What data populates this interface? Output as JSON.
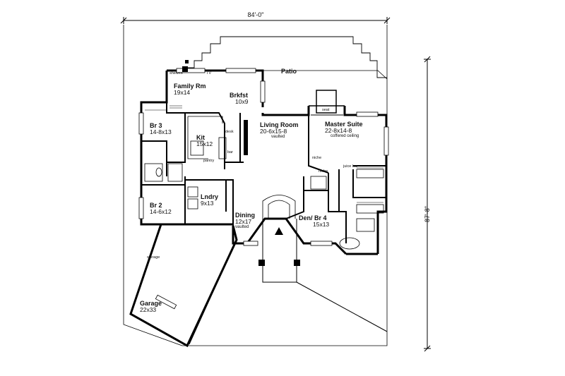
{
  "overall": {
    "width": "84'-0\"",
    "depth": "87'-8\""
  },
  "rooms": {
    "patio": {
      "name": "Patio"
    },
    "family": {
      "name": "Family Rm",
      "size": "19x14"
    },
    "brkfst": {
      "name": "Brkfst",
      "size": "10x9"
    },
    "living": {
      "name": "Living Room",
      "size": "20-6x15-8",
      "note": "vaulted"
    },
    "master": {
      "name": "Master Suite",
      "size": "22-8x14-8",
      "note": "coffered ceiling"
    },
    "br3": {
      "name": "Br 3",
      "size": "14-8x13"
    },
    "kit": {
      "name": "Kit",
      "size": "15x12"
    },
    "br2": {
      "name": "Br 2",
      "size": "14-6x12"
    },
    "laundry": {
      "name": "Lndry",
      "size": "9x13"
    },
    "dining": {
      "name": "Dining",
      "size": "12x17",
      "note": "vaulted"
    },
    "den": {
      "name": "Den/ Br 4",
      "size": "15x13"
    },
    "garage": {
      "name": "Garage",
      "size": "22x33"
    }
  },
  "notes": {
    "shelves": "shelves",
    "tv": "TV",
    "seat": "seat",
    "desk": "desk",
    "bar": "bar",
    "pantry": "pantry",
    "niche": "niche",
    "niche2": "niche",
    "juice_bar": "juice bar",
    "storage": "storage"
  }
}
